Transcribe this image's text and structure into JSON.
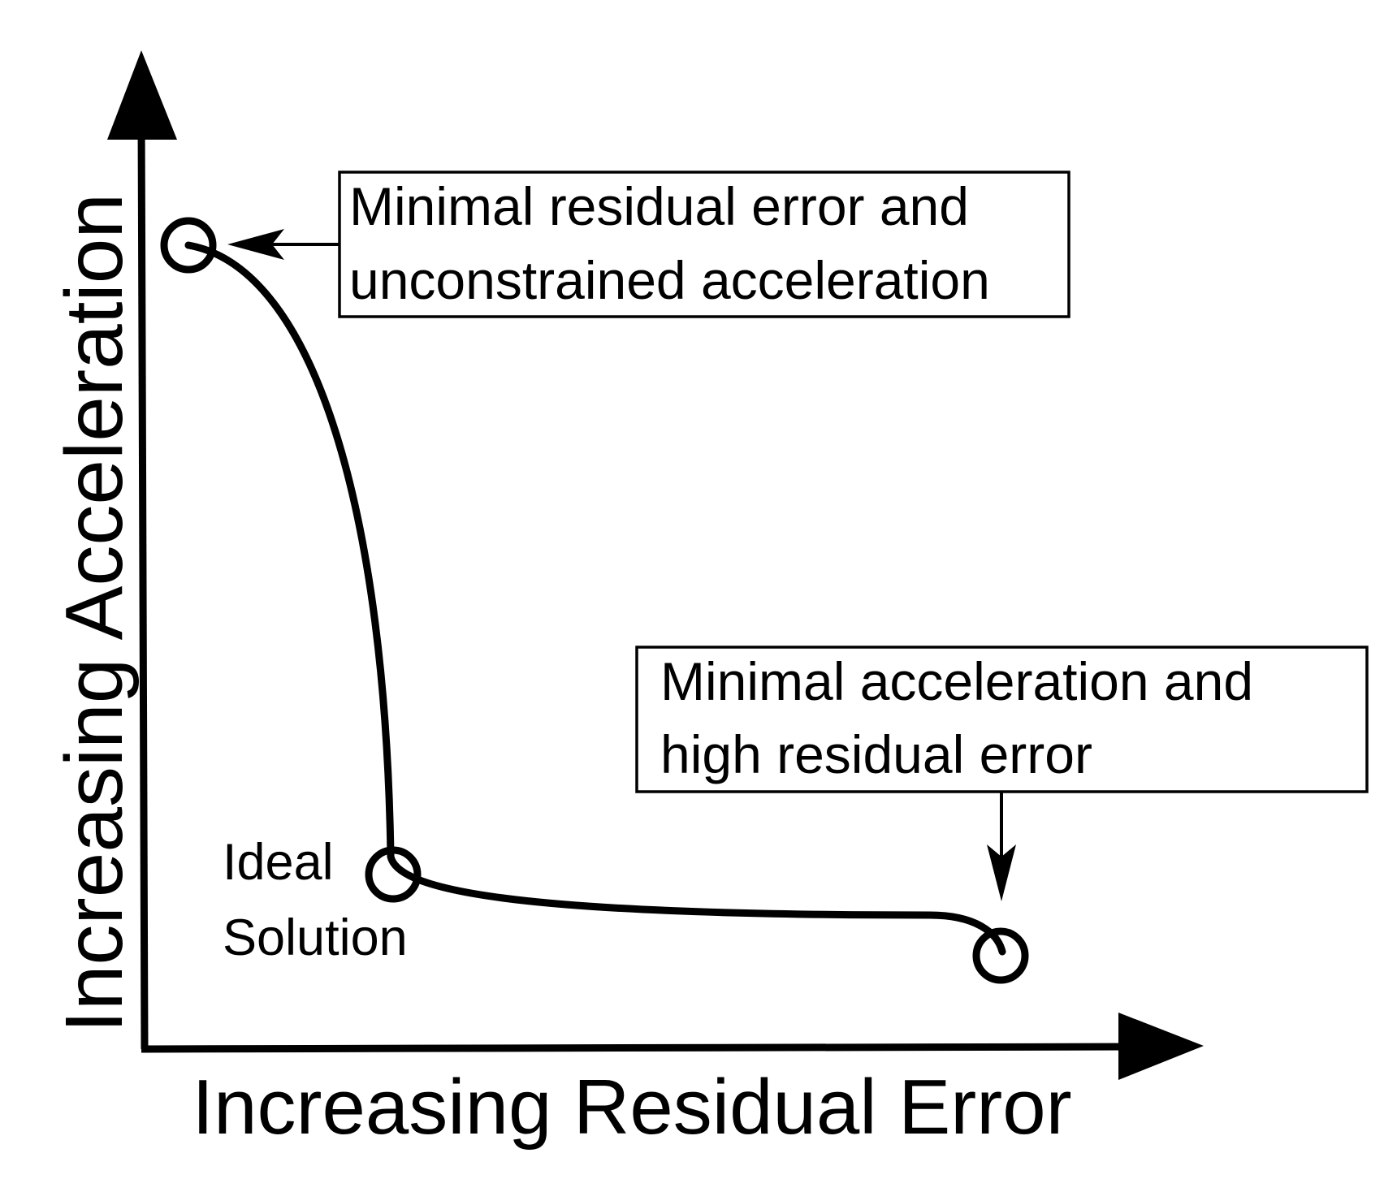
{
  "diagram": {
    "x_axis_label": "Increasing Residual Error",
    "y_axis_label": "Increasing Acceleration",
    "callout_top": {
      "line1": "Minimal residual error and",
      "line2": "unconstrained acceleration"
    },
    "callout_bottom": {
      "line1": "Minimal acceleration and",
      "line2": "high residual error"
    },
    "ideal_label": {
      "line1": "Ideal",
      "line2": "Solution"
    },
    "colors": {
      "ink": "#000000",
      "background": "#ffffff"
    }
  }
}
